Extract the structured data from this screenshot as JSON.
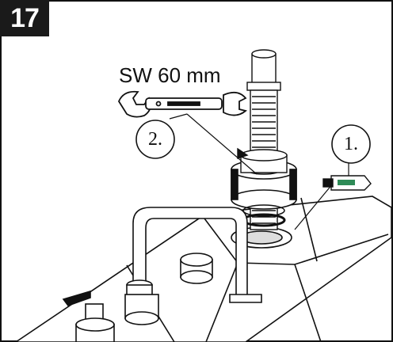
{
  "step": {
    "number": "17"
  },
  "labels": {
    "wrench_size": "SW 60 mm",
    "callout_1": "1.",
    "callout_2": "2."
  },
  "colors": {
    "outline": "#111111",
    "badge_bg": "#1a1a1a",
    "tube_accent": "#2e8b57"
  }
}
